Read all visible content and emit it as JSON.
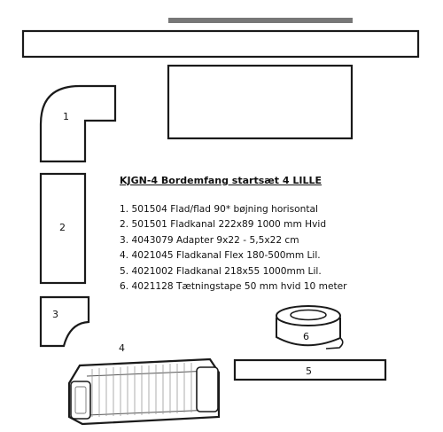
{
  "title": "KJGN-4 Bordemfang startsæt 4 LILLE",
  "items": [
    "1. 501504 Flad/flad 90* bøjning horisontal",
    "2. 501501 Fladkanal 222x89 1000 mm Hvid",
    "3. 4043079 Adapter 9x22 - 5,5x22 cm",
    "4. 4021045 Fladkanal Flex 180-500mm Lil.",
    "5. 4021002 Fladkanal 218x55 1000mm Lil.",
    "6. 4021128 Tætningstape 50 mm hvid 10 meter"
  ],
  "labels": {
    "bend": "1",
    "duct": "2",
    "adapter": "3",
    "flex": "4",
    "flat_duct": "5",
    "tape": "6"
  },
  "colors": {
    "outline": "#1a1a1a",
    "top_bar": "#777777",
    "fill": "#ffffff"
  }
}
